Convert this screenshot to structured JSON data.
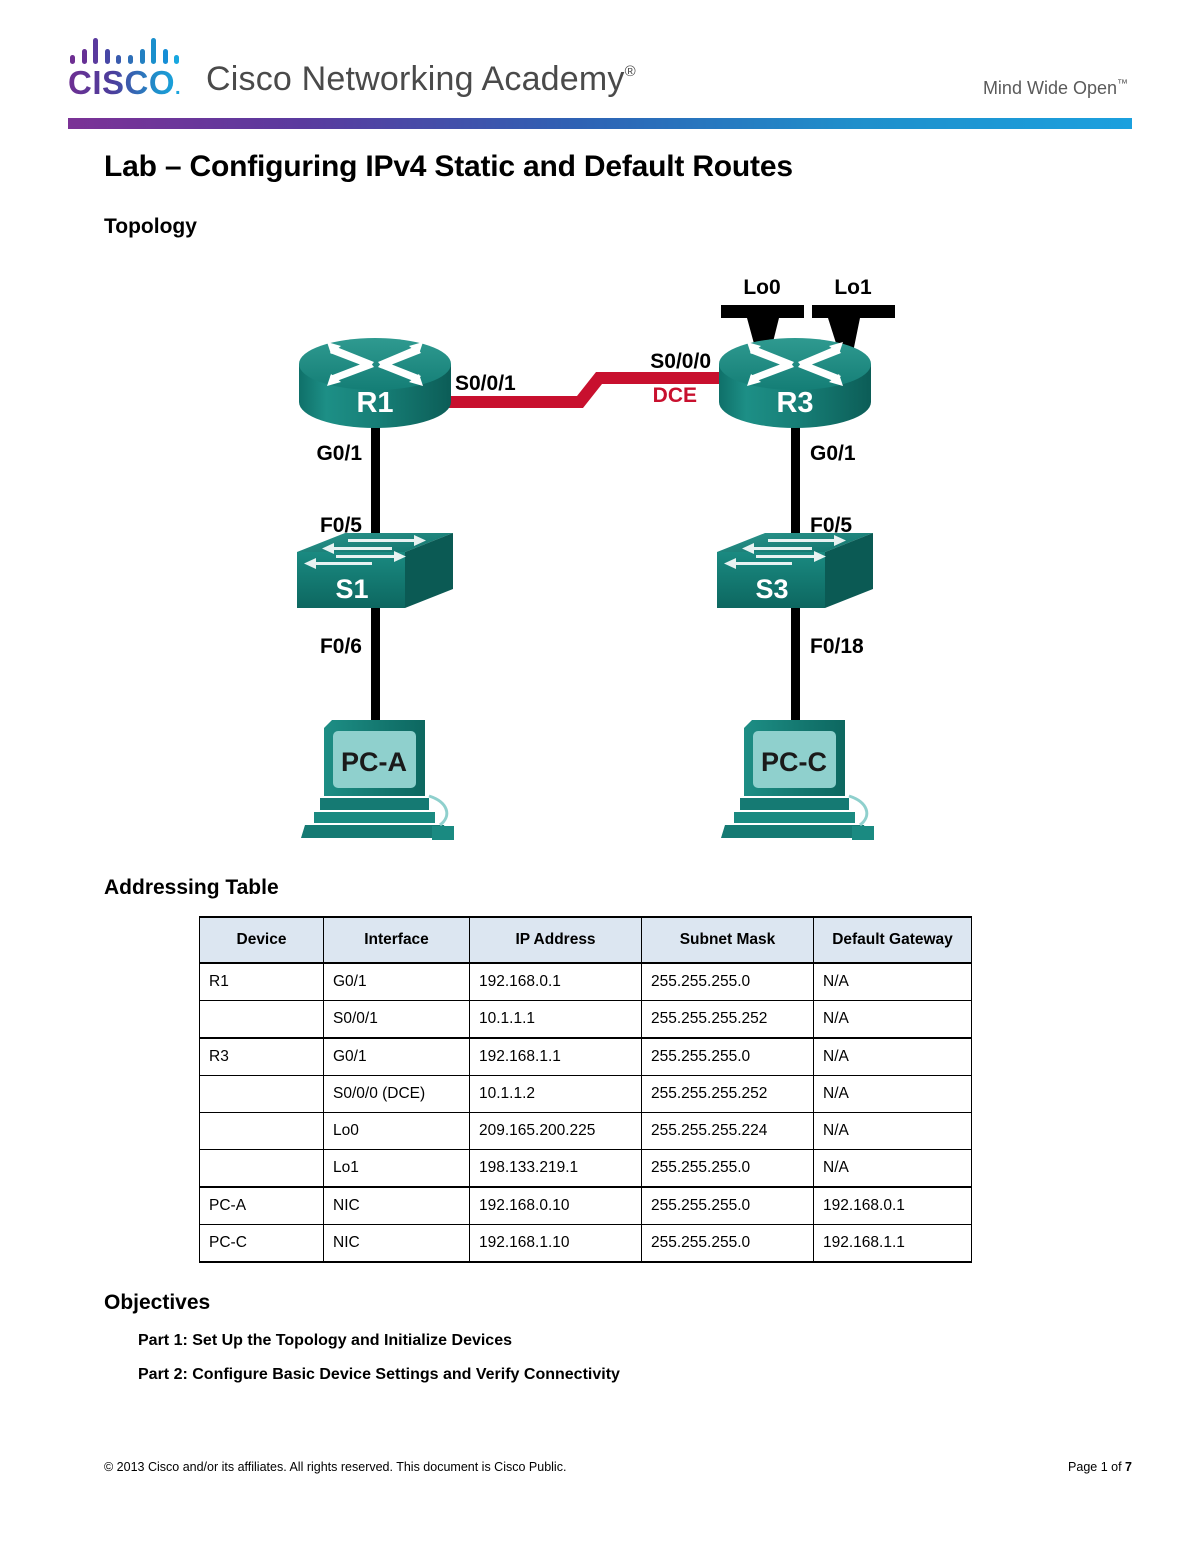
{
  "header": {
    "logo_text": "CISCO",
    "logo_dot": ".",
    "academy_title": "Cisco Networking Academy",
    "academy_reg": "®",
    "tagline": "Mind Wide Open",
    "tagline_tm": "™",
    "rule_gradient_start": "#7B3296",
    "rule_gradient_end": "#1BA0DE"
  },
  "document": {
    "title": "Lab – Configuring IPv4 Static and Default Routes",
    "topology_heading": "Topology",
    "addressing_heading": "Addressing Table",
    "objectives_heading": "Objectives"
  },
  "topology": {
    "devices": {
      "r1": "R1",
      "r3": "R3",
      "s1": "S1",
      "s3": "S3",
      "pca": "PC-A",
      "pcc": "PC-C"
    },
    "labels": {
      "lo0": "Lo0",
      "lo1": "Lo1",
      "r1_serial": "S0/0/1",
      "r3_serial": "S0/0/0",
      "dce": "DCE",
      "r1_g01": "G0/1",
      "r3_g01": "G0/1",
      "s1_f05": "F0/5",
      "s3_f05": "F0/5",
      "s1_f06": "F0/6",
      "s3_f018": "F0/18"
    },
    "colors": {
      "device_teal": "#1b8a82",
      "device_teal_dark": "#0e6d66",
      "device_teal_light": "#3aa79e",
      "serial_link_red": "#c8102e",
      "ethernet_link_black": "#000000",
      "screen_fill": "#8fd0cd"
    }
  },
  "addressing_table": {
    "columns": [
      "Device",
      "Interface",
      "IP Address",
      "Subnet Mask",
      "Default Gateway"
    ],
    "rows": [
      {
        "device": "R1",
        "interface": "G0/1",
        "ip": "192.168.0.1",
        "mask": "255.255.255.0",
        "gateway": "N/A",
        "group_start": true
      },
      {
        "device": "",
        "interface": "S0/0/1",
        "ip": "10.1.1.1",
        "mask": "255.255.255.252",
        "gateway": "N/A",
        "group_start": false
      },
      {
        "device": "R3",
        "interface": "G0/1",
        "ip": "192.168.1.1",
        "mask": "255.255.255.0",
        "gateway": "N/A",
        "group_start": true
      },
      {
        "device": "",
        "interface": "S0/0/0 (DCE)",
        "ip": "10.1.1.2",
        "mask": "255.255.255.252",
        "gateway": "N/A",
        "group_start": false
      },
      {
        "device": "",
        "interface": "Lo0",
        "ip": "209.165.200.225",
        "mask": "255.255.255.224",
        "gateway": "N/A",
        "group_start": false
      },
      {
        "device": "",
        "interface": "Lo1",
        "ip": "198.133.219.1",
        "mask": "255.255.255.0",
        "gateway": "N/A",
        "group_start": false
      },
      {
        "device": "PC-A",
        "interface": "NIC",
        "ip": "192.168.0.10",
        "mask": "255.255.255.0",
        "gateway": "192.168.0.1",
        "group_start": true
      },
      {
        "device": "PC-C",
        "interface": "NIC",
        "ip": "192.168.1.10",
        "mask": "255.255.255.0",
        "gateway": "192.168.1.1",
        "group_start": false
      }
    ],
    "header_bg": "#dce6f1"
  },
  "objectives": [
    "Part 1: Set Up the Topology and Initialize Devices",
    "Part 2: Configure Basic Device Settings and Verify Connectivity"
  ],
  "footer": {
    "copyright": "© 2013 Cisco and/or its affiliates. All rights reserved. This document is Cisco Public.",
    "page_prefix": "Page 1 of ",
    "page_total": "7"
  }
}
